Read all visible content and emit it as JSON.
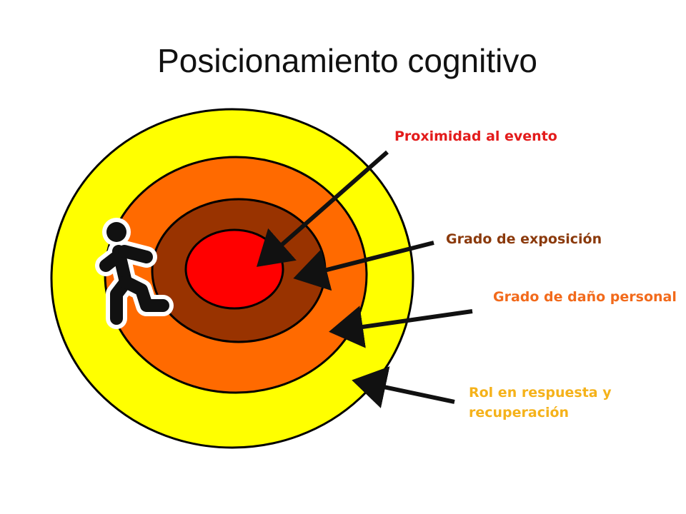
{
  "slide": {
    "title": "Posicionamiento cognitivo"
  },
  "labels": [
    {
      "text": "Proximidad al evento",
      "color": "#e31b1b"
    },
    {
      "text": "Grado de exposición",
      "color": "#8b3a0c"
    },
    {
      "text": "Grado de daño personal",
      "color": "#f26a1b"
    },
    {
      "text": "Rol en respuesta y",
      "text2": "recuperación",
      "color": "#f5b21a"
    }
  ],
  "rings": {
    "outer": "#ffff00",
    "second": "#ff6a00",
    "third": "#993300",
    "center": "#ff0000",
    "stroke": "#000000"
  },
  "icons": {
    "figure": "running-person-icon"
  }
}
